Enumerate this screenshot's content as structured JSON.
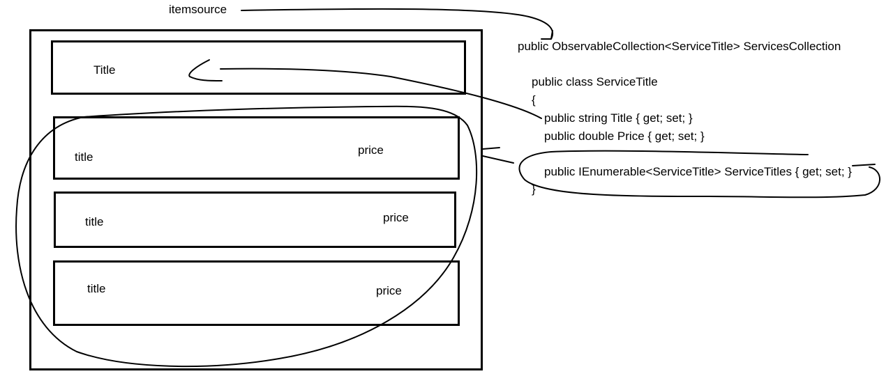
{
  "itemsource_label": "itemsource",
  "mockup": {
    "header_title": "Title",
    "rows": [
      {
        "title": "title",
        "price": "price"
      },
      {
        "title": "title",
        "price": "price"
      },
      {
        "title": "title",
        "price": "price"
      }
    ]
  },
  "code": {
    "collection_line": "public ObservableCollection<ServiceTitle> ServicesCollection",
    "class_decl": "public class ServiceTitle",
    "open_brace": "{",
    "prop_title": "public string Title { get; set; }",
    "prop_price": "public double Price { get; set; }",
    "prop_titles": "public IEnumerable<ServiceTitle> ServiceTitles { get; set; }",
    "close_brace": "}"
  },
  "colors": {
    "ink": "#000000",
    "background": "#ffffff"
  }
}
